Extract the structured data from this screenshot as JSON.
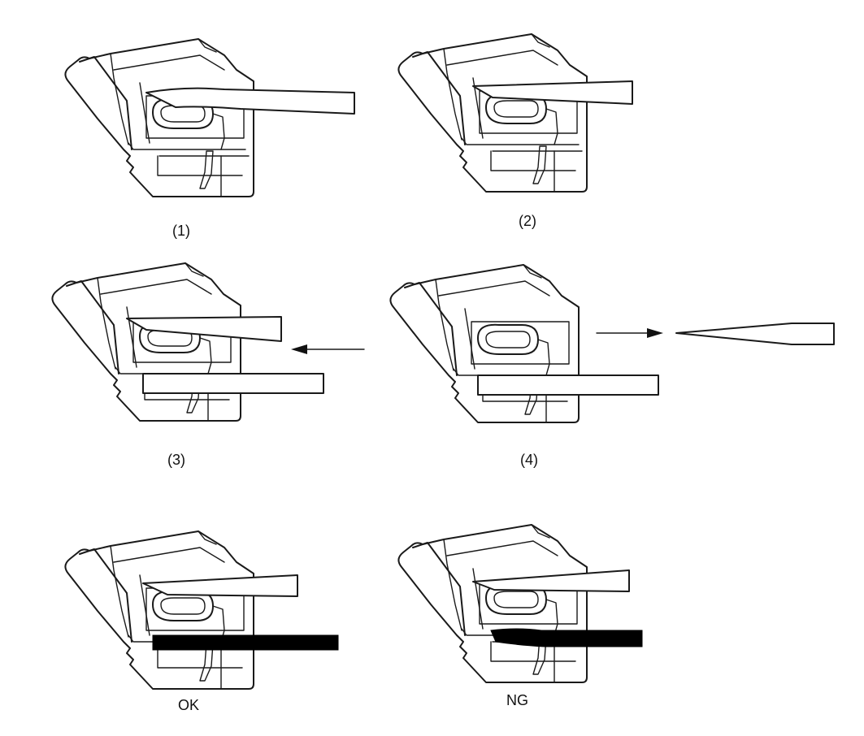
{
  "steps": [
    {
      "label": "(1)"
    },
    {
      "label": "(2)"
    },
    {
      "label": "(3)"
    },
    {
      "label": "(4)"
    },
    {
      "label": "OK"
    },
    {
      "label": "NG"
    }
  ],
  "colors": {
    "line": "#1a1a1a",
    "wire": "#000000",
    "background": "#ffffff"
  }
}
